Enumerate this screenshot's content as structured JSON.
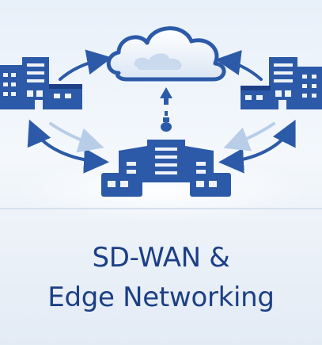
{
  "title": {
    "line1": "SD-WAN &",
    "line2": "Edge Networking"
  },
  "nodes": [
    {
      "id": "cloud",
      "icon": "cloud-icon"
    },
    {
      "id": "left-branch",
      "icon": "building-icon"
    },
    {
      "id": "right-branch",
      "icon": "building-icon"
    },
    {
      "id": "edge-site",
      "icon": "building-icon"
    }
  ],
  "colors": {
    "primary": "#2c5aa8",
    "dark": "#1c3f86",
    "light": "#a9c3e6",
    "background": "#eef3f9"
  }
}
